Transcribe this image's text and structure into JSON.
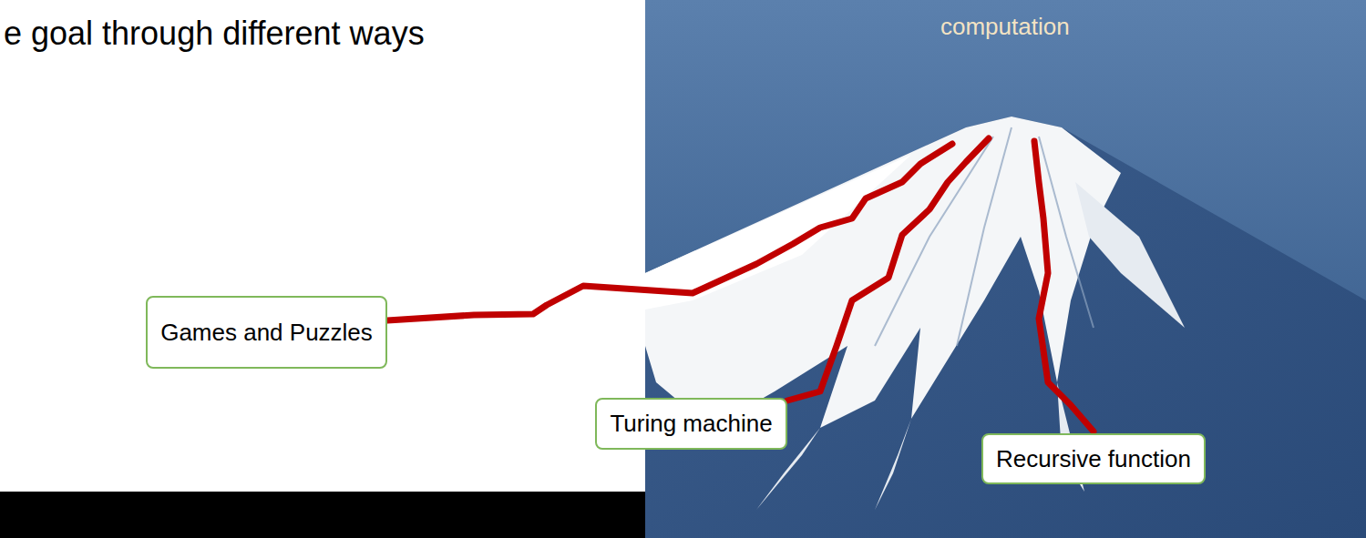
{
  "diagram": {
    "title": "e goal through different ways",
    "nodes": [
      {
        "text": [
          "Games and Puzzles"
        ]
      },
      {
        "text": [
          "Turing machine"
        ]
      },
      {
        "text": [
          "Recursive function"
        ]
      }
    ],
    "labels": [
      "computation"
    ]
  }
}
